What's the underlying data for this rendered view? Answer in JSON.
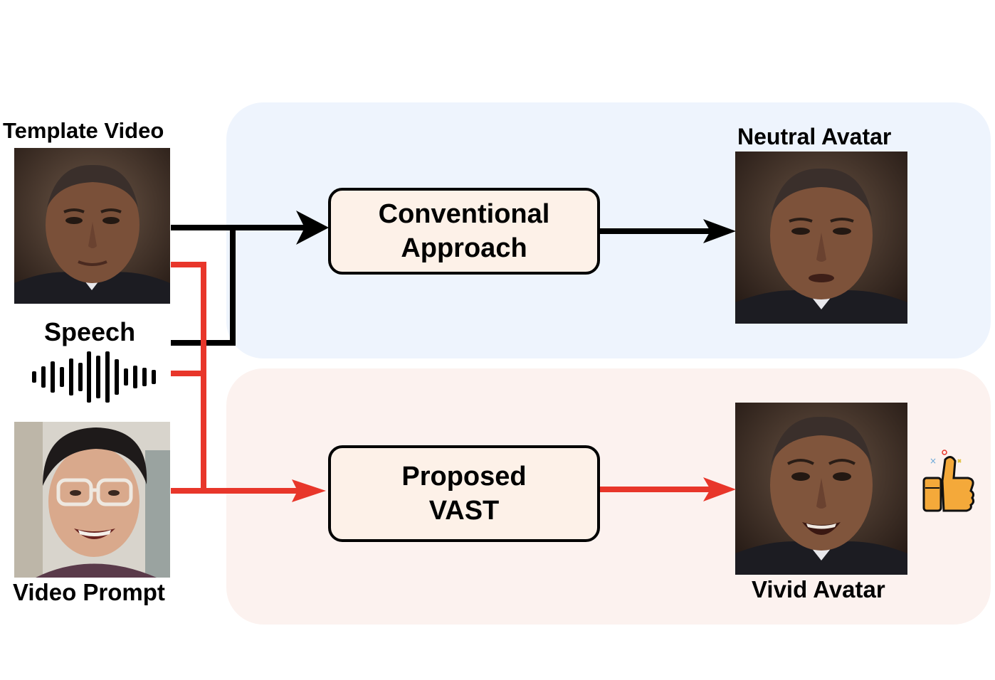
{
  "inputs": {
    "template_label": "Template Video",
    "speech_label": "Speech",
    "prompt_label": "Video Prompt"
  },
  "boxes": {
    "conventional_line1": "Conventional",
    "conventional_line2": "Approach",
    "proposed_line1": "Proposed",
    "proposed_line2": "VAST"
  },
  "outputs": {
    "neutral_label": "Neutral Avatar",
    "vivid_label": "Vivid Avatar"
  },
  "colors": {
    "top_panel": "#eef4fd",
    "bottom_panel": "#fcf2ef",
    "black_path": "#000000",
    "red_path": "#e8362a",
    "box_fill": "#fdf1e8",
    "thumb": "#f4a93a"
  },
  "icons": {
    "waveform": "waveform-icon",
    "thumbs_up": "thumbs-up-icon"
  }
}
